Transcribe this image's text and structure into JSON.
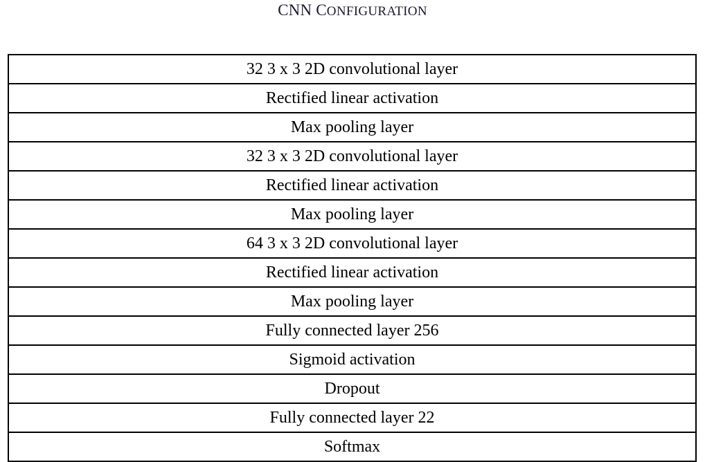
{
  "document": {
    "caption": {
      "lead": "CNN C",
      "smallcaps": "ONFIGURATION",
      "full_text": "CNN Configuration"
    },
    "background_color": "#ffffff",
    "caption_color": "#1a1a2e",
    "text_color": "#000000",
    "border_color": "#000000"
  },
  "table": {
    "column_count": 1,
    "row_count": 14,
    "rows": [
      {
        "label": "32 3 x 3 2D convolutional layer"
      },
      {
        "label": "Rectified linear activation"
      },
      {
        "label": "Max pooling layer"
      },
      {
        "label": "32 3 x 3 2D convolutional layer"
      },
      {
        "label": "Rectified linear activation"
      },
      {
        "label": "Max pooling layer"
      },
      {
        "label": "64 3 x 3 2D convolutional layer"
      },
      {
        "label": "Rectified linear activation"
      },
      {
        "label": "Max pooling layer"
      },
      {
        "label": "Fully connected layer 256"
      },
      {
        "label": "Sigmoid activation"
      },
      {
        "label": "Dropout"
      },
      {
        "label": "Fully connected layer 22"
      },
      {
        "label": "Softmax"
      }
    ]
  }
}
